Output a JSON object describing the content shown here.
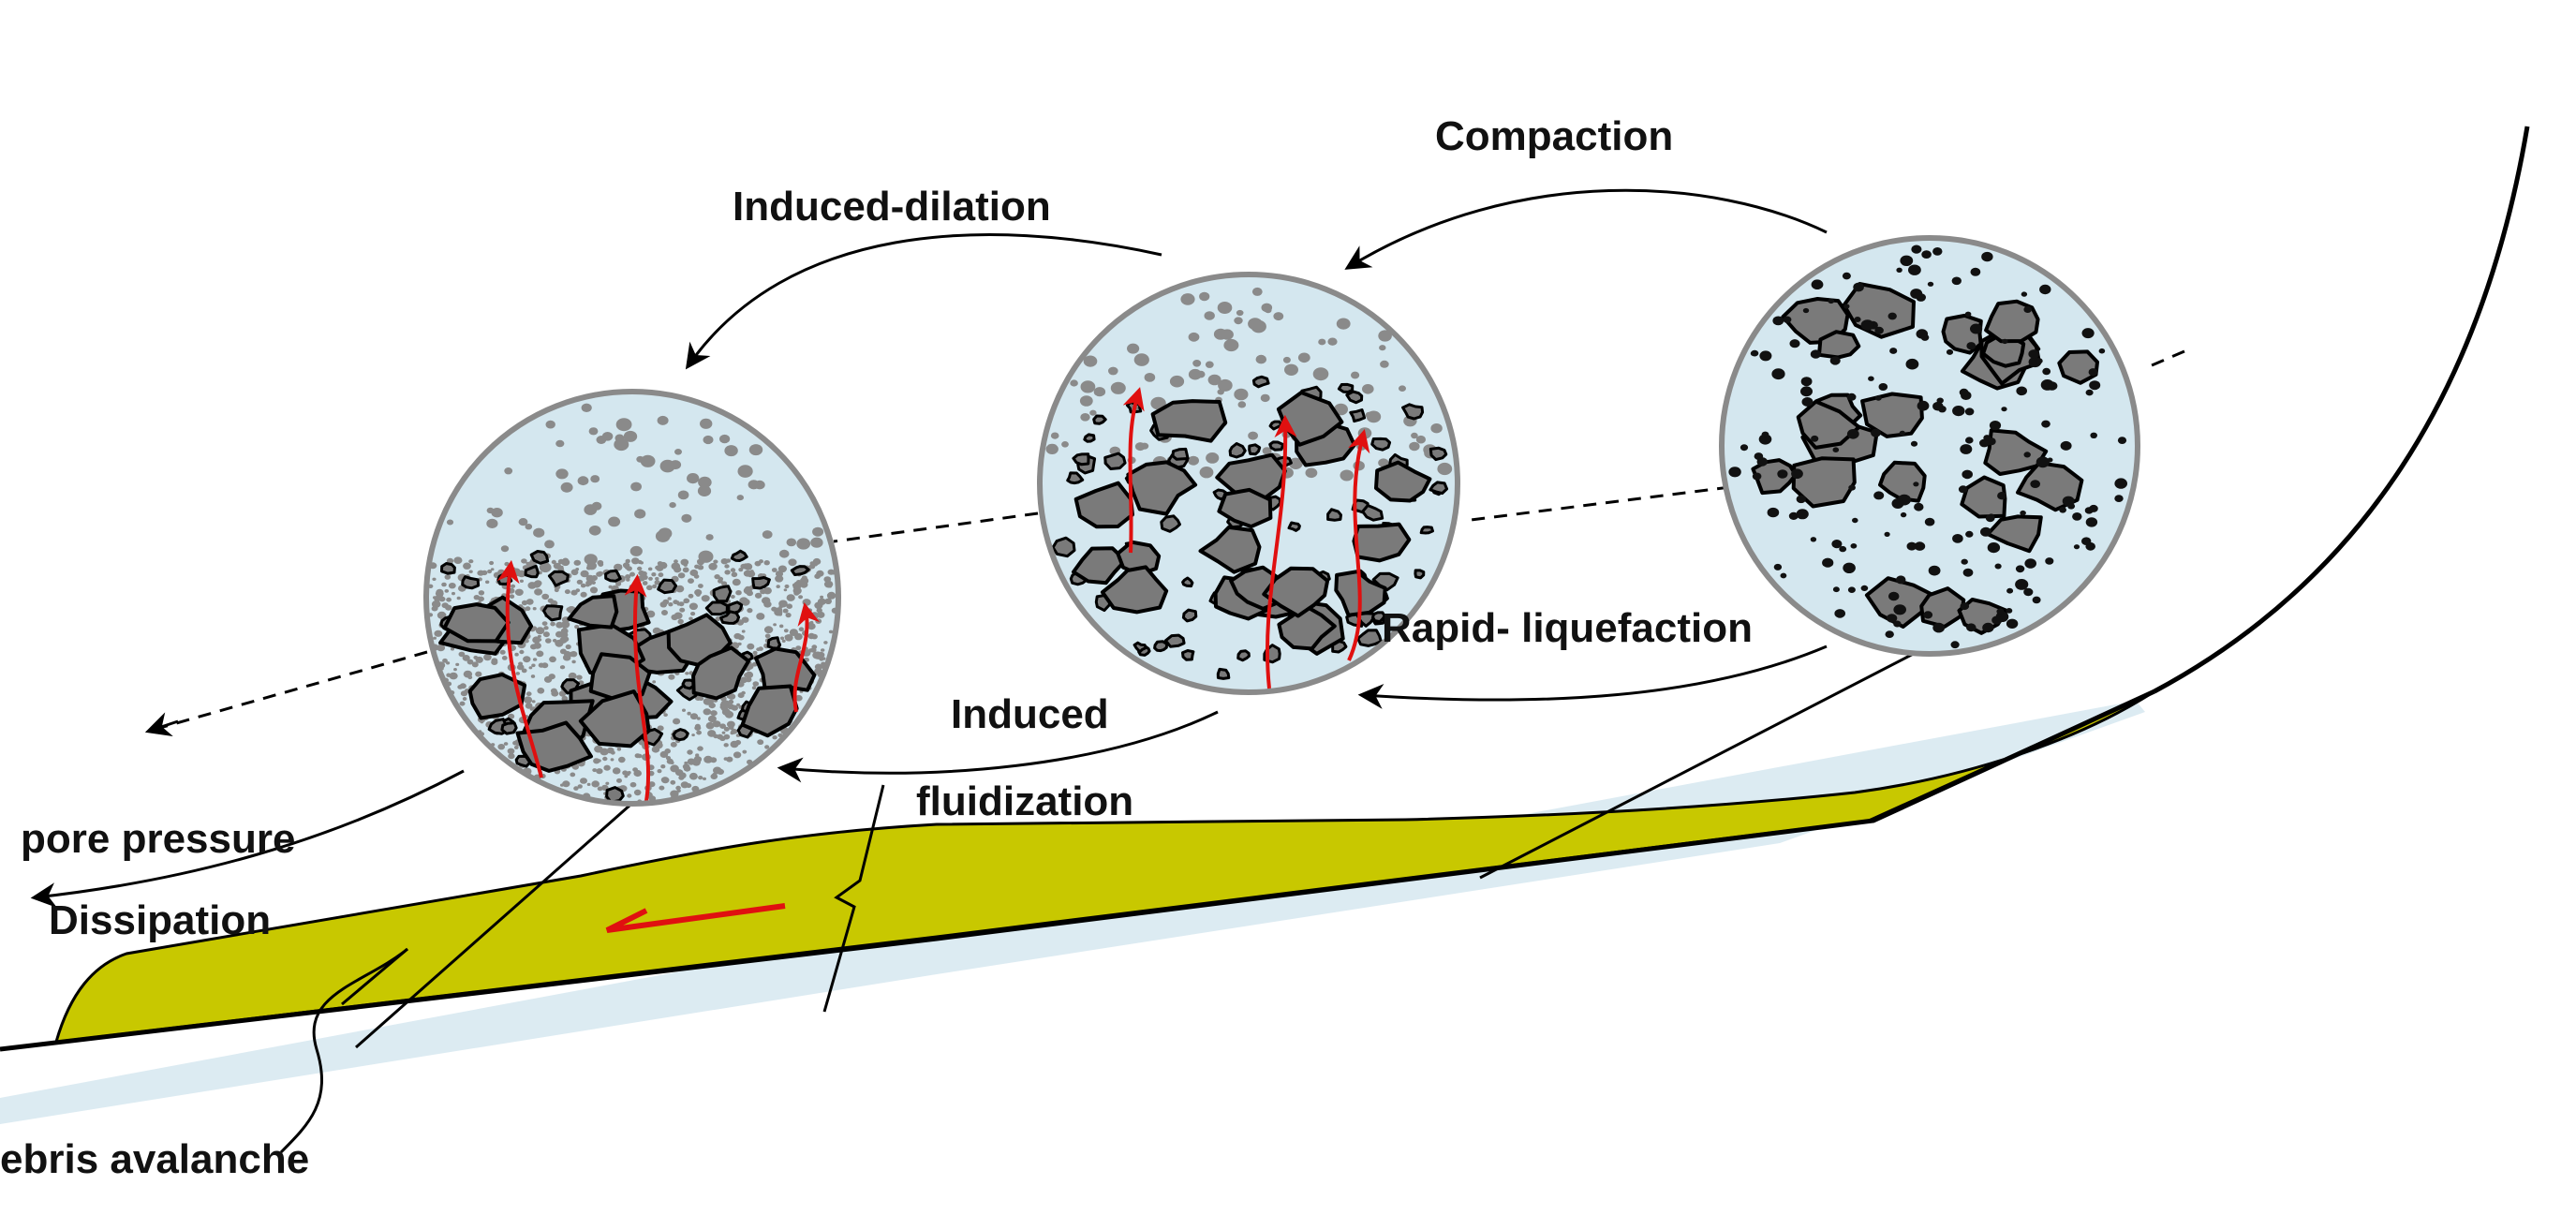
{
  "labels": {
    "compaction": "Compaction",
    "induced_dilation": "Induced-dilation",
    "rapid_liquefaction": "Rapid- liquefaction",
    "induced": "Induced",
    "fluidization": "fluidization",
    "pore_pressure": "pore pressure",
    "dissipation": "Dissipation",
    "debris_avalanche": "ebris avalanche"
  },
  "colors": {
    "deposit": "#c8c800",
    "base": "#dcebf2",
    "fluid": "#d4e7ef",
    "clast": "#7a7a7a",
    "fines": "#8a8a8a",
    "rim": "#8a8a8a",
    "flow_arrow": "#e01010",
    "line": "#000000"
  }
}
